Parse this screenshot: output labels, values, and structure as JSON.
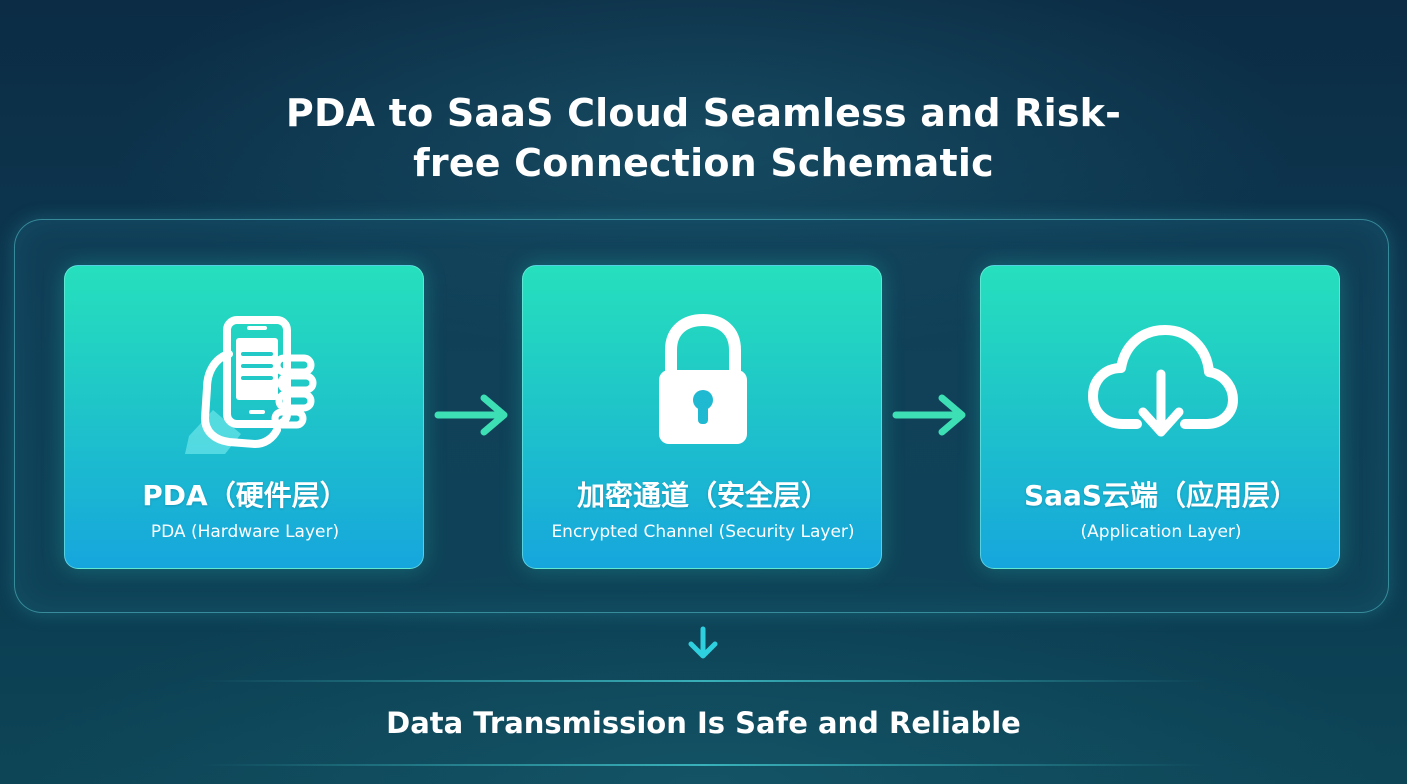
{
  "title": {
    "line1": "PDA to SaaS Cloud Seamless and Risk-",
    "line2": "free Connection Schematic"
  },
  "nodes": [
    {
      "title": "PDA（硬件层）",
      "subtitle": "PDA (Hardware Layer)",
      "icon": "hand-holding-phone-icon"
    },
    {
      "title": "加密通道（安全层）",
      "subtitle": "Encrypted Channel (Security Layer)",
      "icon": "padlock-icon"
    },
    {
      "title": "SaaS云端（应用层）",
      "subtitle": "(Application Layer)",
      "icon": "cloud-download-icon"
    }
  ],
  "footer": {
    "text": "Data Transmission Is Safe and Reliable"
  },
  "colors": {
    "background": "#0c3a52",
    "card_top": "#26e0bd",
    "card_bottom": "#16a6dd",
    "arrow": "#3de0b4",
    "down_arrow": "#2ed0df",
    "panel_border": "#5ac8d2"
  }
}
